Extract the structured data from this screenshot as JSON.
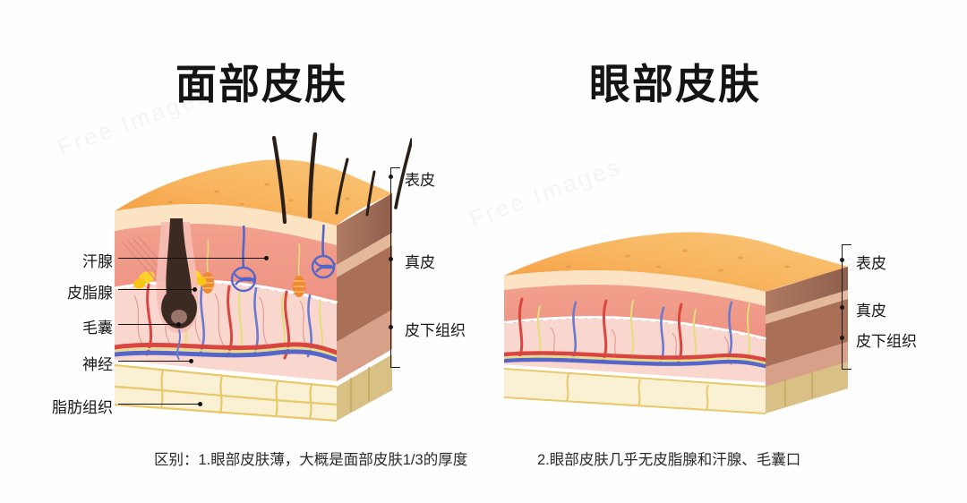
{
  "page": {
    "background": "#fefefe",
    "watermark_text": "Free Images"
  },
  "titles": {
    "left": "面部皮肤",
    "right": "眼部皮肤"
  },
  "captions": {
    "line1": "区别：1.眼部皮肤薄，大概是面部皮肤1/3的厚度",
    "line2": "2.眼部皮肤几乎无皮脂腺和汗腺、毛囊口"
  },
  "facial_diagram": {
    "structure_labels": [
      {
        "label": "汗腺",
        "name": "sweat-gland"
      },
      {
        "label": "皮脂腺",
        "name": "sebaceous-gland"
      },
      {
        "label": "毛囊",
        "name": "hair-follicle"
      },
      {
        "label": "神经",
        "name": "nerve"
      },
      {
        "label": "脂肪组织",
        "name": "adipose-tissue"
      }
    ],
    "layer_labels": [
      {
        "label": "表皮",
        "name": "epidermis"
      },
      {
        "label": "真皮",
        "name": "dermis"
      },
      {
        "label": "皮下组织",
        "name": "subcutaneous-tissue"
      }
    ]
  },
  "eye_diagram": {
    "layer_labels": [
      {
        "label": "表皮",
        "name": "epidermis"
      },
      {
        "label": "真皮",
        "name": "dermis"
      },
      {
        "label": "皮下组织",
        "name": "subcutaneous-tissue"
      }
    ]
  },
  "colors": {
    "epidermis_top": "#F6A94F",
    "epidermis_top_light": "#F9C070",
    "stratum_band": "#FBE3C4",
    "dermis_upper": "#F19B8B",
    "dermis_lower": "#FAD7CE",
    "side_face_dark": "#9C6A55",
    "side_face_mid": "#C98C72",
    "fat_tissue": "#FAF1D4",
    "fat_outline": "#E7C96A",
    "fat_side": "#D9C084",
    "artery_red": "#E03C3C",
    "vein_blue": "#4C5FC4",
    "nerve_yellow": "#E2DE7A",
    "sweat_gland_orange": "#F08A2C",
    "sebaceous_yellow": "#FCD22B",
    "follicle_dark": "#3B2A21",
    "hair_dark": "#2B2018",
    "label_text": "#161616",
    "title_text": "#141414"
  }
}
